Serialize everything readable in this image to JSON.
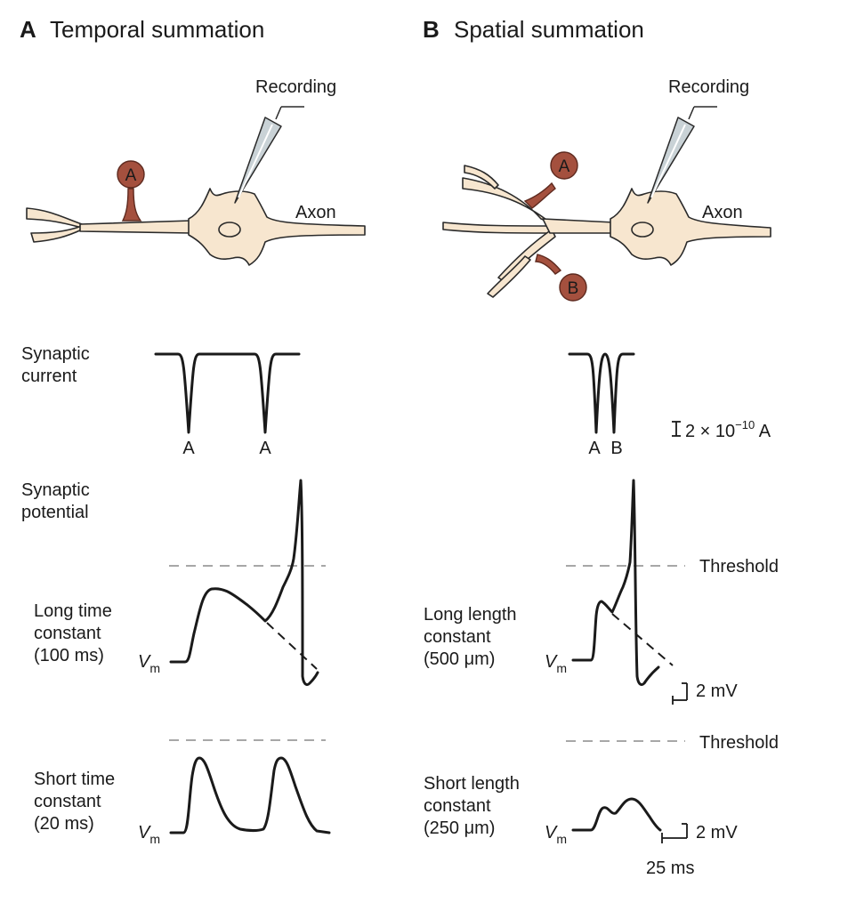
{
  "panelA": {
    "letter": "A",
    "title": "Temporal summation",
    "recording_label": "Recording",
    "axon_label": "Axon",
    "synapse_label": "A",
    "current_label_1": "Synaptic",
    "current_label_2": "current",
    "pulse_labels": [
      "A",
      "A"
    ],
    "potential_label_1": "Synaptic",
    "potential_label_2": "potential",
    "long": {
      "line1": "Long time",
      "line2": "constant",
      "line3": "(100 ms)"
    },
    "short": {
      "line1": "Short time",
      "line2": "constant",
      "line3": "(20 ms)"
    },
    "vm_base": "V",
    "vm_sub": "m"
  },
  "panelB": {
    "letter": "B",
    "title": "Spatial summation",
    "recording_label": "Recording",
    "axon_label": "Axon",
    "synapse_a_label": "A",
    "synapse_b_label": "B",
    "pulse_labels": [
      "A",
      "B"
    ],
    "current_scale_prefix": "2 × 10",
    "current_scale_exp": "−10",
    "current_scale_unit": " A",
    "threshold_label": "Threshold",
    "long": {
      "line1": "Long length",
      "line2": "constant",
      "line3": "(500 μm)"
    },
    "short": {
      "line1": "Short length",
      "line2": "constant",
      "line3": "(250 μm)"
    },
    "mv_scale": "2 mV",
    "time_scale": "25 ms",
    "vm_base": "V",
    "vm_sub": "m"
  },
  "colors": {
    "neuron_fill": "#f7e6cf",
    "synapse_fill": "#a4503e",
    "electrode": "#c9d2d6",
    "trace": "#1a1a1a",
    "threshold_dash": "#8a8a8a"
  }
}
